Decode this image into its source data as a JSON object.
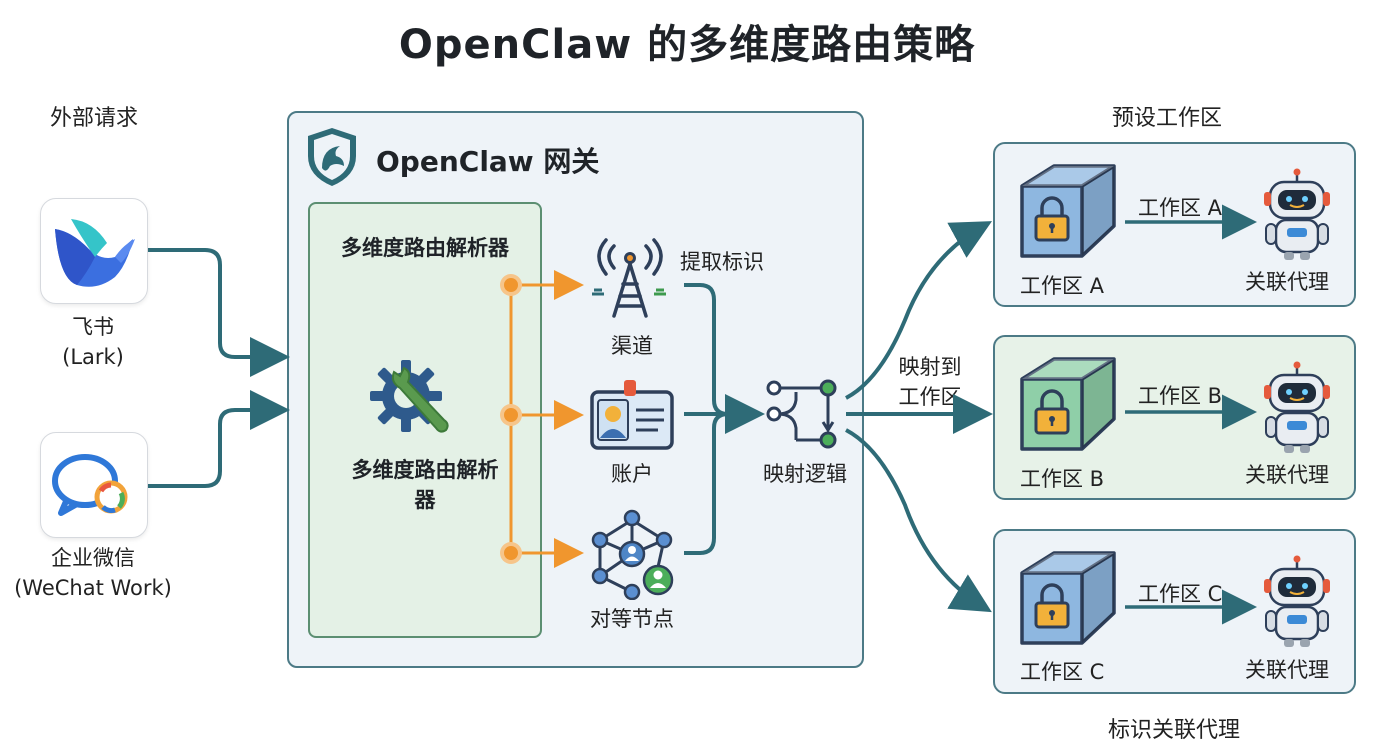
{
  "title": "OpenClaw 的多维度路由策略",
  "left_section": {
    "heading": "外部请求",
    "apps": [
      {
        "name_line1": "飞书",
        "name_line2": "(Lark)"
      },
      {
        "name_line1": "企业微信",
        "name_line2": "(WeChat Work)"
      }
    ]
  },
  "gateway": {
    "title": "OpenClaw 网关",
    "parser_heading": "多维度路由解析器",
    "parser_label_line1": "多维度路由解析",
    "parser_label_line2": "器",
    "extract_label": "提取标识",
    "nodes": [
      {
        "label": "渠道",
        "icon": "antenna-icon"
      },
      {
        "label": "账户",
        "icon": "id-card-icon"
      },
      {
        "label": "对等节点",
        "icon": "peer-network-icon"
      }
    ],
    "mapping_label": "映射逻辑"
  },
  "map_to_label_line1": "映射到",
  "map_to_label_line2": "工作区",
  "right_section": {
    "heading": "预设工作区",
    "footer": "标识关联代理",
    "workspaces": [
      {
        "arrow_label": "工作区 A",
        "label": "工作区 A",
        "agent_label": "关联代理",
        "color": "#8eb7e0"
      },
      {
        "arrow_label": "工作区 B",
        "label": "工作区 B",
        "agent_label": "关联代理",
        "color": "#8fcfa8"
      },
      {
        "arrow_label": "工作区 C",
        "label": "工作区 C",
        "agent_label": "关联代理",
        "color": "#8eb7e0"
      }
    ]
  },
  "colors": {
    "connector": "#2e6b77",
    "orange": "#f0962e",
    "gateway_border": "#4c7a86"
  }
}
